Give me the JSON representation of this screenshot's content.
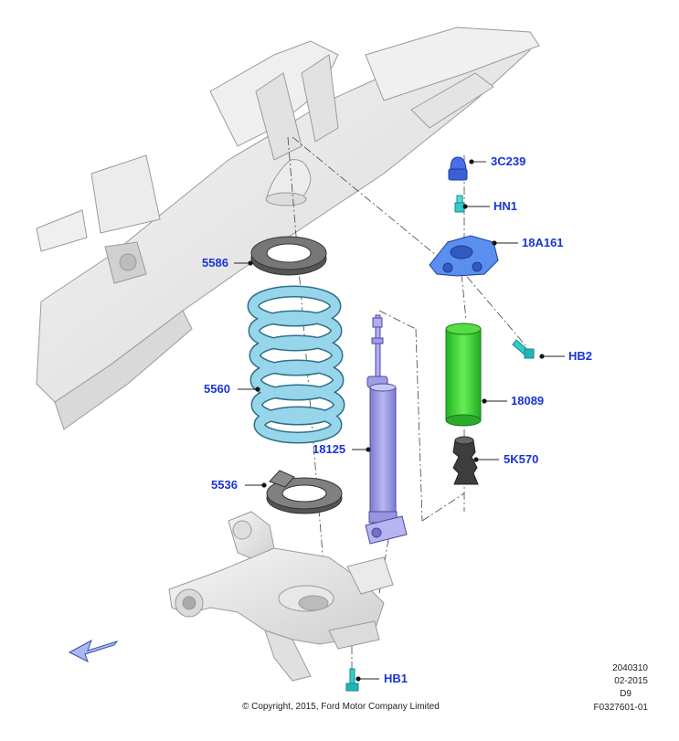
{
  "callouts": {
    "c3C239": "3C239",
    "cHN1": "HN1",
    "c18A161": "18A161",
    "c5586": "5586",
    "cHB2": "HB2",
    "c5560": "5560",
    "c18089": "18089",
    "c18125": "18125",
    "c5K570": "5K570",
    "c5536": "5536",
    "cHB1": "HB1"
  },
  "meta": {
    "line1": "2040310",
    "line2": "02-2015",
    "line3": "D9",
    "line4": "F0327601-01"
  },
  "copyright": "© Copyright, 2015, Ford Motor Company Limited",
  "colors": {
    "callout_text": "#1a33d6",
    "spring": "#8fd0e6",
    "shock": "#9d9be0",
    "bellows": "#33cc33",
    "bracket": "#5a8ff0",
    "frame": "#e8e8e8"
  },
  "icons": {
    "front_direction_arrow": "arrow-icon"
  }
}
